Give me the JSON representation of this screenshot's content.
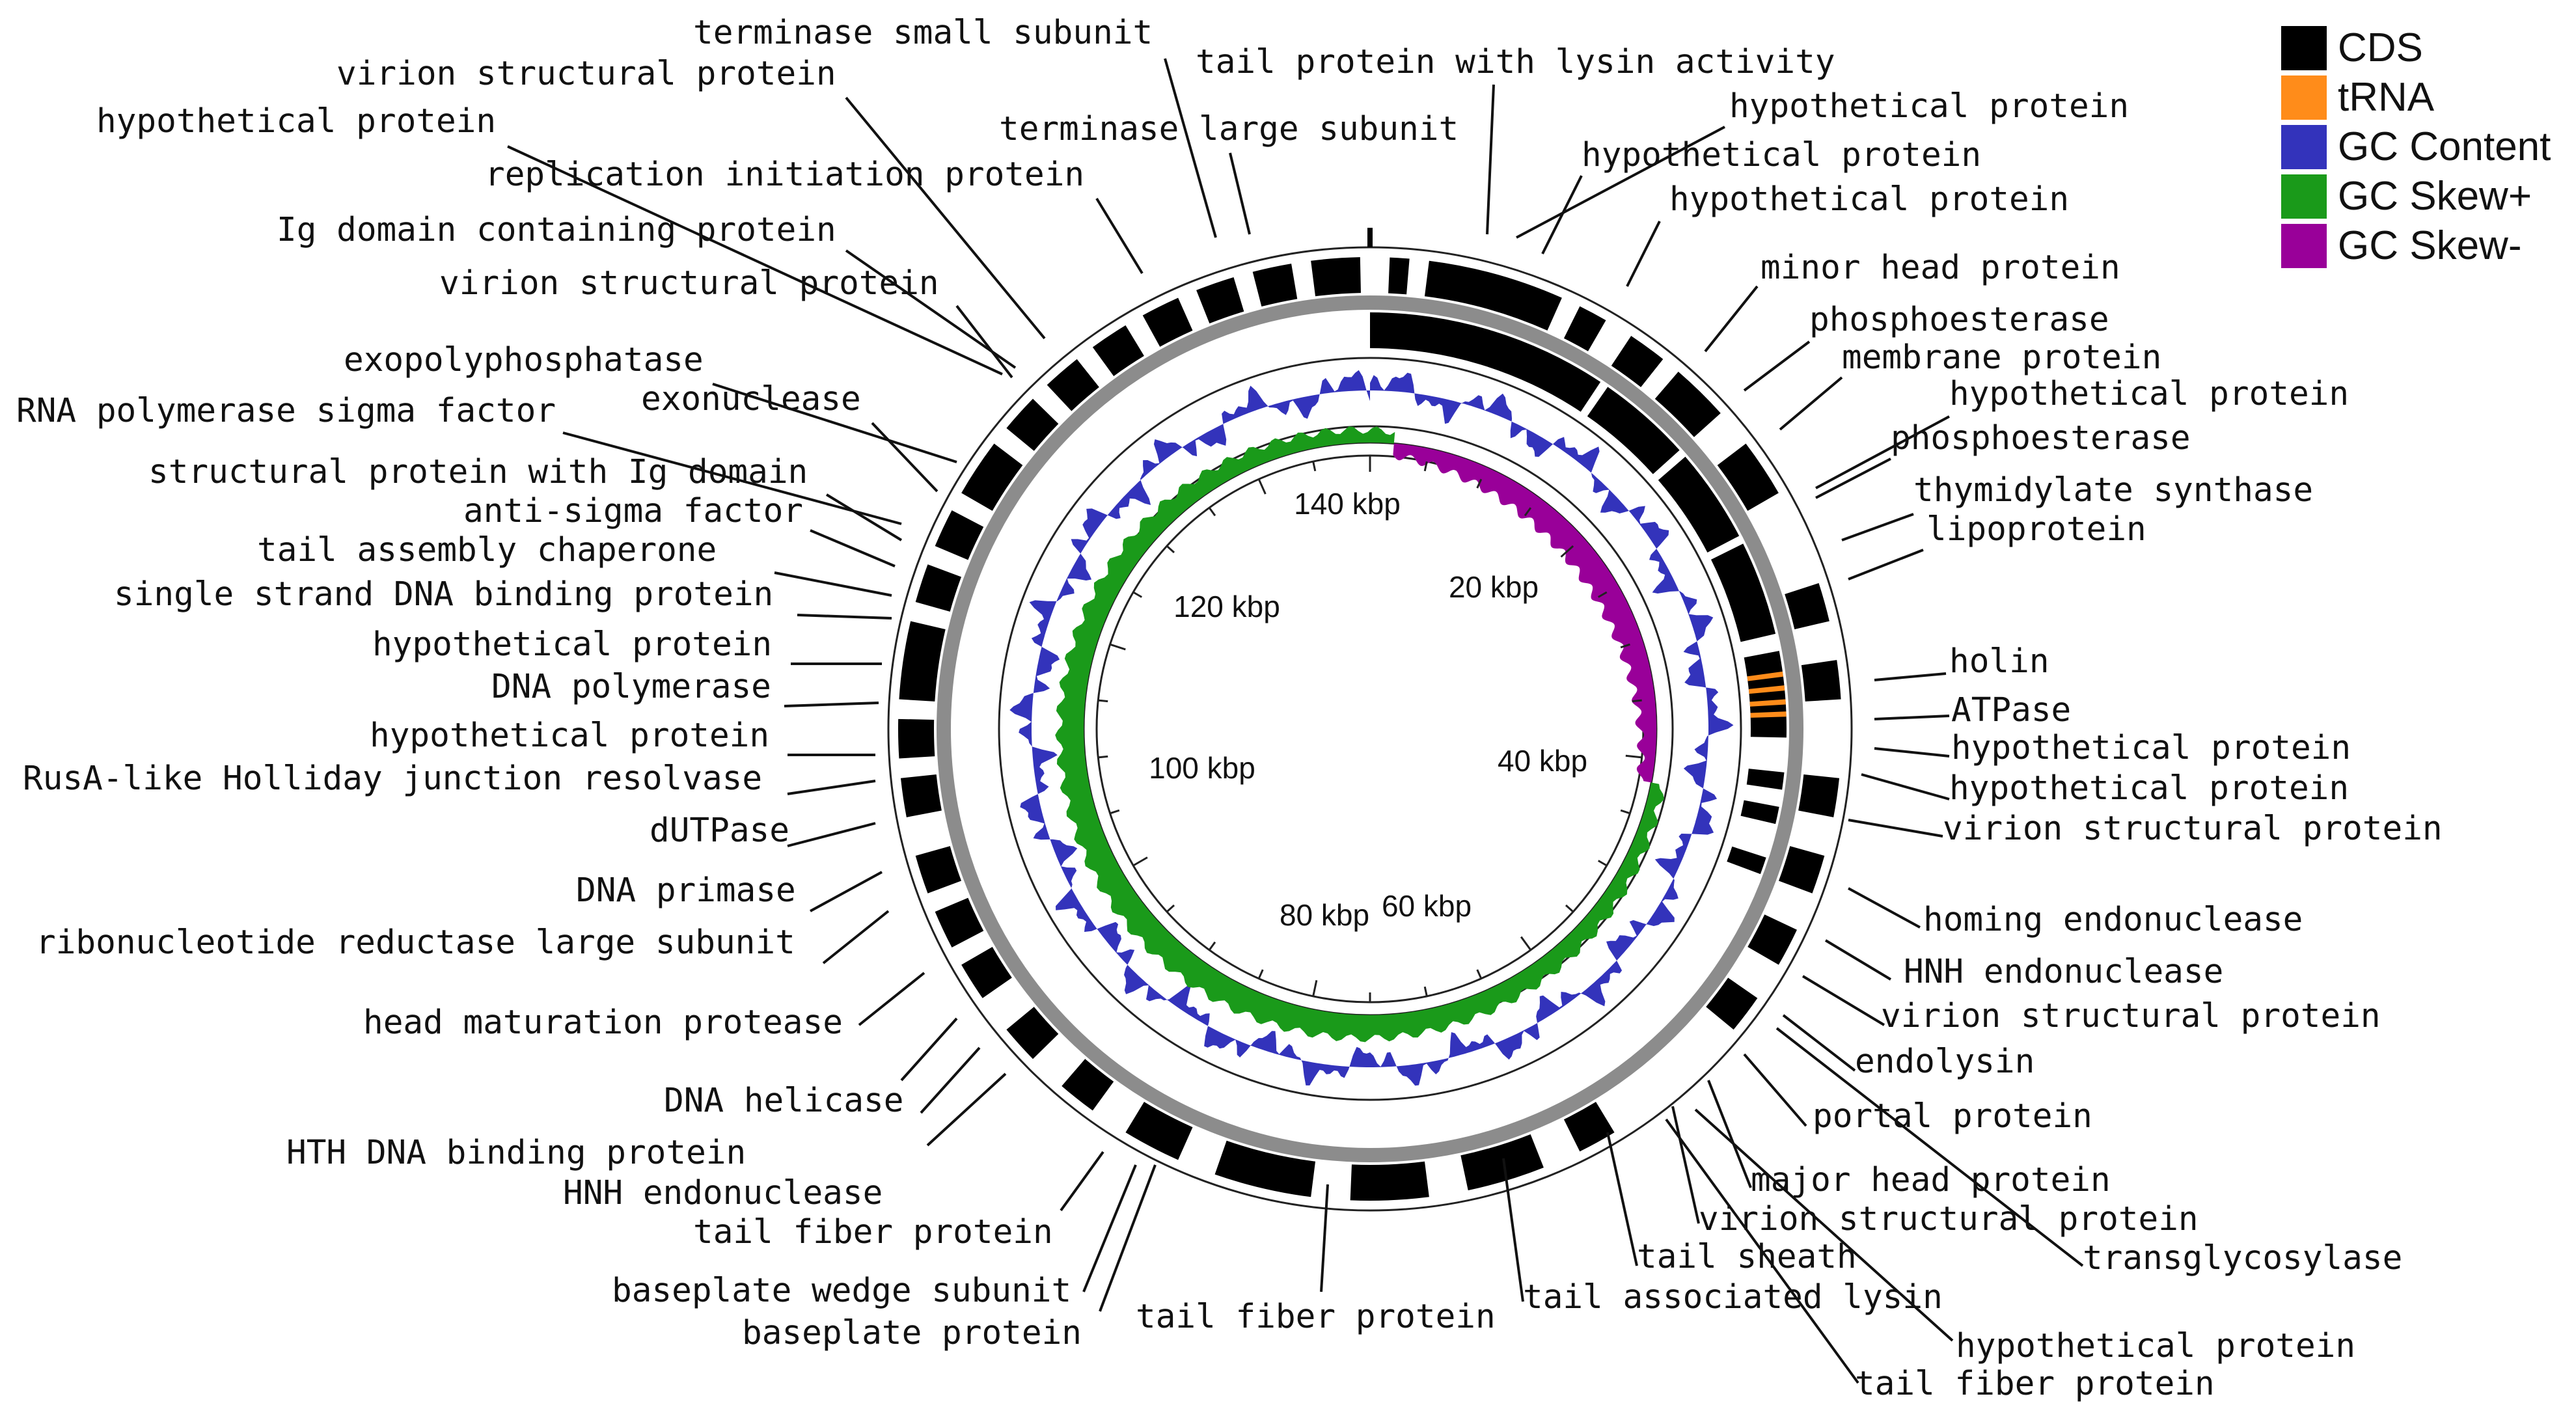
{
  "legend": [
    {
      "label": "CDS",
      "color": "#000000"
    },
    {
      "label": "tRNA",
      "color": "#ff8c1a"
    },
    {
      "label": "GC Content",
      "color": "#3333bb"
    },
    {
      "label": "GC Skew+",
      "color": "#1a9a1a"
    },
    {
      "label": "GC Skew-",
      "color": "#990099"
    }
  ],
  "kbp_labels": [
    "20 kbp",
    "40 kbp",
    "60 kbp",
    "80 kbp",
    "100 kbp",
    "120 kbp",
    "140 kbp"
  ],
  "gene_labels": [
    "terminase small subunit",
    "tail protein with lysin activity",
    "virion structural protein",
    "hypothetical protein",
    "hypothetical protein",
    "terminase large subunit",
    "replication initiation protein",
    "hypothetical protein",
    "hypothetical protein",
    "Ig domain containing protein",
    "virion structural protein",
    "minor head protein",
    "phosphoesterase",
    "membrane protein",
    "hypothetical protein",
    "exopolyphosphatase",
    "exonuclease",
    "phosphoesterase",
    "RNA polymerase sigma factor",
    "structural protein with Ig domain",
    "thymidylate synthase",
    "anti-sigma factor",
    "lipoprotein",
    "tail assembly chaperone",
    "single strand DNA binding protein",
    "hypothetical protein",
    "holin",
    "DNA polymerase",
    "ATPase",
    "hypothetical protein",
    "hypothetical protein",
    "RusA-like Holliday junction resolvase",
    "hypothetical protein",
    "dUTPase",
    "virion structural protein",
    "DNA primase",
    "homing endonuclease",
    "ribonucleotide reductase large subunit",
    "HNH endonuclease",
    "virion structural protein",
    "head maturation protease",
    "endolysin",
    "DNA helicase",
    "portal protein",
    "HTH DNA binding protein",
    "major head protein",
    "HNH endonuclease",
    "virion structural protein",
    "tail fiber protein",
    "transglycosylase",
    "tail sheath",
    "baseplate wedge subunit",
    "tail associated lysin",
    "tail fiber protein",
    "baseplate protein",
    "hypothetical protein",
    "tail fiber protein"
  ]
}
